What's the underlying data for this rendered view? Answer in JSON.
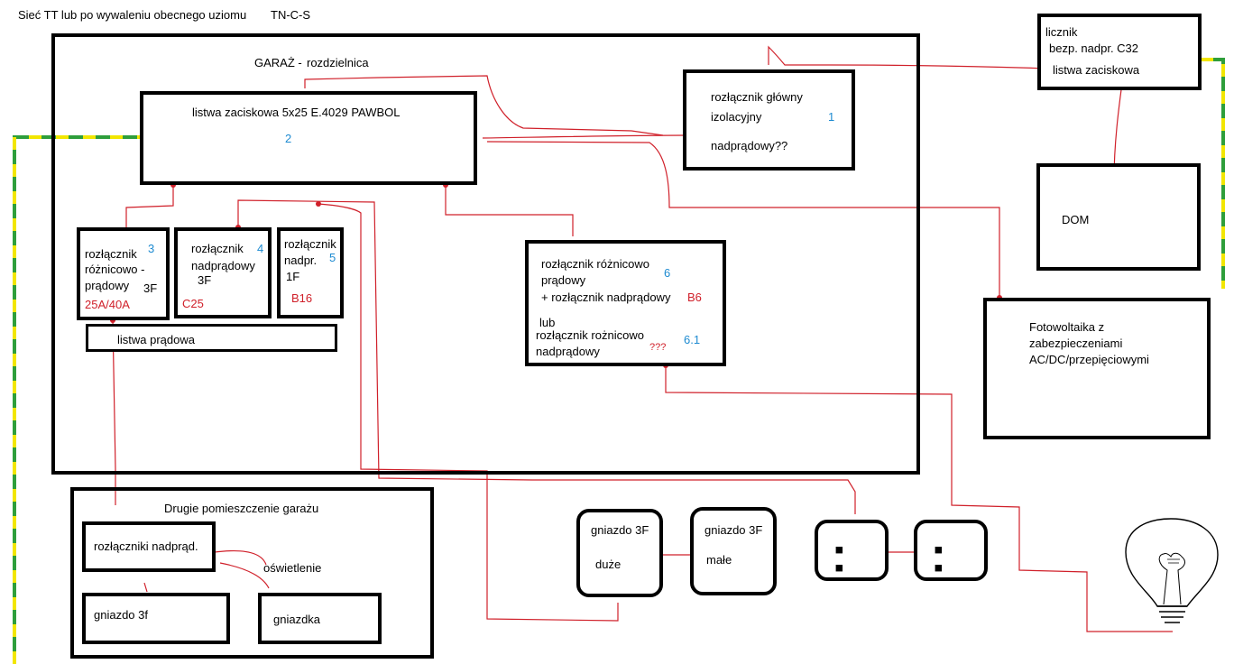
{
  "header": {
    "title": "Sieć TT lub po wywaleniu obecnego uziomu",
    "subtitle": "TN-C-S"
  },
  "garage": {
    "label": "GARAŻ -",
    "label2": "rozdzielnica",
    "terminal_strip": {
      "label": "listwa zaciskowa 5x25 E.4029 PAWBOL",
      "num": "2"
    },
    "main_switch": {
      "line1": "rozłącznik główny",
      "line2": "izolacyjny",
      "line3": "nadprądowy??",
      "num": "1"
    },
    "rcd_3": {
      "line1": "rozłącznik",
      "line2": "różnicowo -",
      "line3": "prądowy",
      "poles": "3F",
      "rating": "25A/40A",
      "num": "3"
    },
    "mcb_4": {
      "line1": "rozłącznik",
      "line2": "nadprądowy",
      "line3": "3F",
      "rating": "C25",
      "num": "4"
    },
    "mcb_5": {
      "line1": "rozłącznik",
      "line2": "nadpr.",
      "line3": "1F",
      "rating": "B16",
      "num": "5"
    },
    "busbar": {
      "label": "listwa prądowa"
    },
    "rcd_6": {
      "line1": "rozłącznik różnicowo",
      "line2": "prądowy",
      "line3": "+  rozłącznik nadprądowy",
      "rating": "B6",
      "num": "6",
      "or": "lub",
      "line4": "rozłącznik rożnicowo",
      "line5": "nadprądowy",
      "question": "???",
      "num2": "6.1"
    }
  },
  "meter": {
    "line1": "licznik",
    "line2": "bezp. nadpr. C32",
    "line3": "listwa zaciskowa"
  },
  "house": {
    "label": "DOM"
  },
  "pv": {
    "line1": "Fotowoltaika z",
    "line2": "zabezpieczeniami",
    "line3": "AC/DC/przepięciowymi"
  },
  "room2": {
    "title": "Drugie pomieszczenie garażu",
    "breakers": "rozłączniki nadprąd.",
    "lighting": "oświetlenie",
    "socket3f": "gniazdo 3f",
    "sockets": "gniazdka"
  },
  "socket_large": {
    "line1": "gniazdo 3F",
    "line2": "duże"
  },
  "socket_small": {
    "line1": "gniazdo 3F",
    "line2": "małe"
  },
  "outlet_glyph": "▪ ▪",
  "colors": {
    "wire": "#d0202a",
    "ground_green": "#2e9e3b",
    "ground_yellow": "#f2e600",
    "number_blue": "#1e8bd1"
  }
}
